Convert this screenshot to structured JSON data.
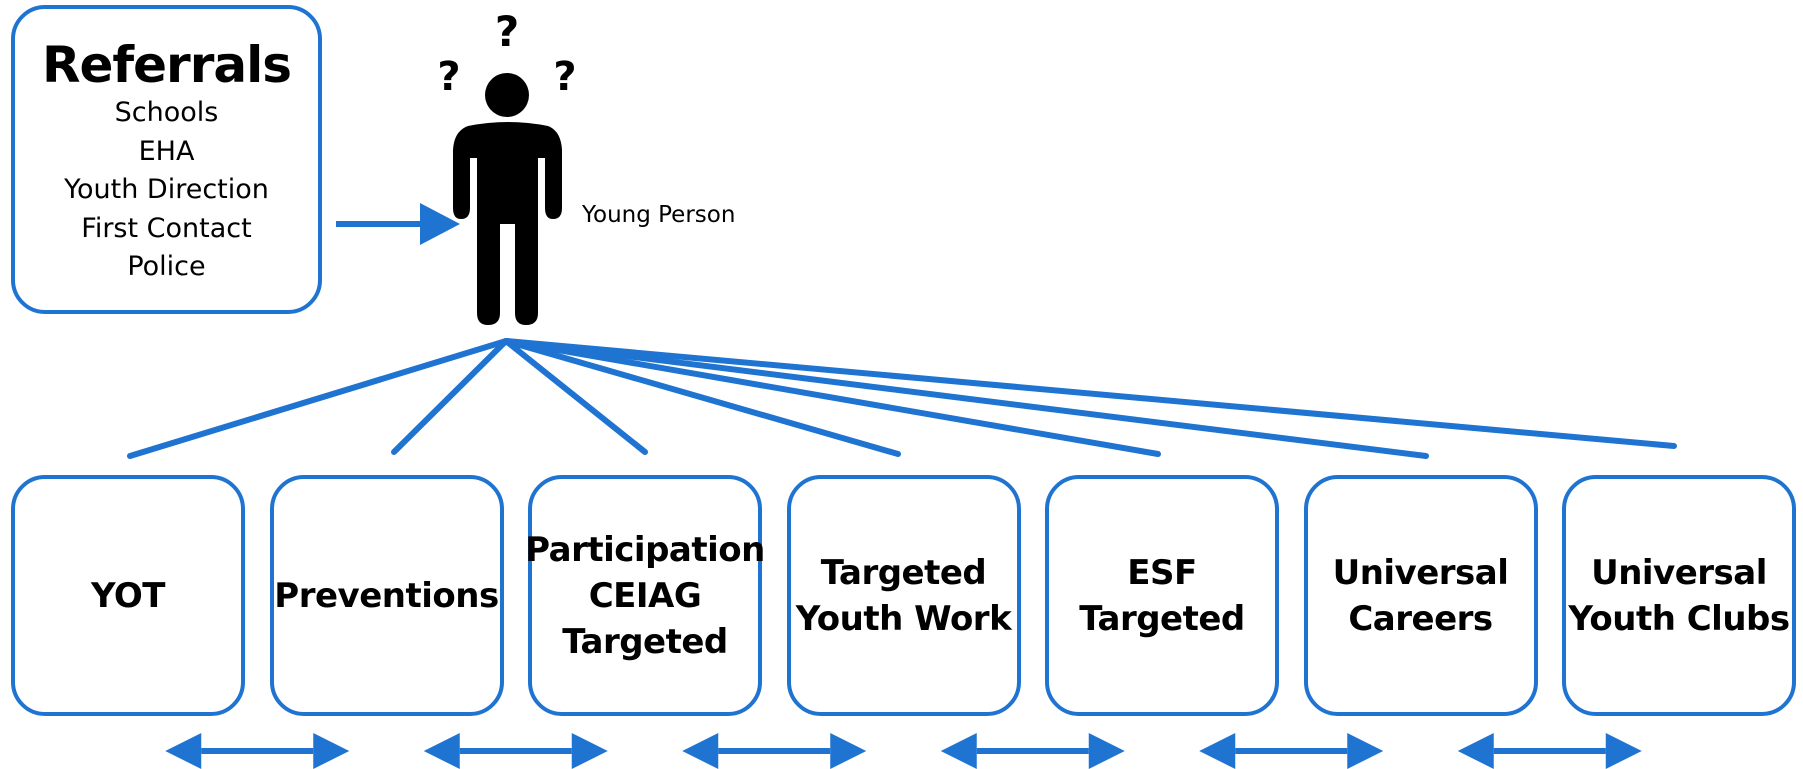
{
  "colors": {
    "accent": "#1f73d1",
    "figure": "#000000"
  },
  "referrals": {
    "title": "Referrals",
    "items": [
      "Schools",
      "EHA",
      "Youth Direction",
      "First Contact",
      "Police"
    ]
  },
  "young_person": {
    "label": "Young Person",
    "icon": "person-with-question-marks-icon"
  },
  "services": [
    {
      "lines": [
        "YOT"
      ]
    },
    {
      "lines": [
        "Preventions"
      ]
    },
    {
      "lines": [
        "Participation",
        "CEIAG",
        "Targeted"
      ]
    },
    {
      "lines": [
        "Targeted",
        "Youth Work"
      ]
    },
    {
      "lines": [
        "ESF",
        "Targeted"
      ]
    },
    {
      "lines": [
        "Universal",
        "Careers"
      ]
    },
    {
      "lines": [
        "Universal",
        "Youth Clubs"
      ]
    }
  ]
}
